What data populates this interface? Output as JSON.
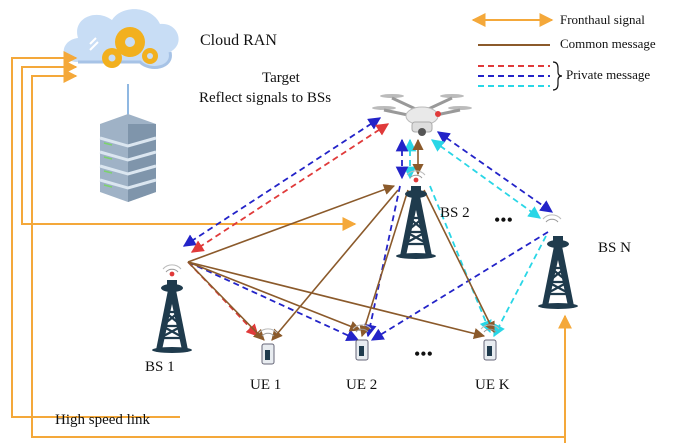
{
  "labels": {
    "cloud": "Cloud RAN",
    "target_line1": "Target",
    "target_line2": "Reflect signals to BSs",
    "bs1": "BS 1",
    "bs2": "BS 2",
    "bsn": "BS N",
    "ue1": "UE 1",
    "ue2": "UE 2",
    "uek": "UE K",
    "link": "High speed link",
    "ellipsis_bs": "•••",
    "ellipsis_ue": "•••"
  },
  "legend": {
    "fronthaul": "Fronthaul signal",
    "common": "Common message",
    "private": "Private message"
  },
  "colors": {
    "fronthaul": "#f4a83a",
    "common": "#8b5a2b",
    "private_red": "#e03a3a",
    "private_blue": "#2323c8",
    "private_cyan": "#29d6e6",
    "tower": "#1f3b4d",
    "cloud": "#c8ddf5",
    "gear": "#f2b01e",
    "server": "#9fb2c6"
  },
  "icons": {
    "cloud": "cloud-gears-icon",
    "server": "server-stack-icon",
    "drone": "drone-icon",
    "tower": "cell-tower-icon",
    "ue": "phone-icon"
  }
}
